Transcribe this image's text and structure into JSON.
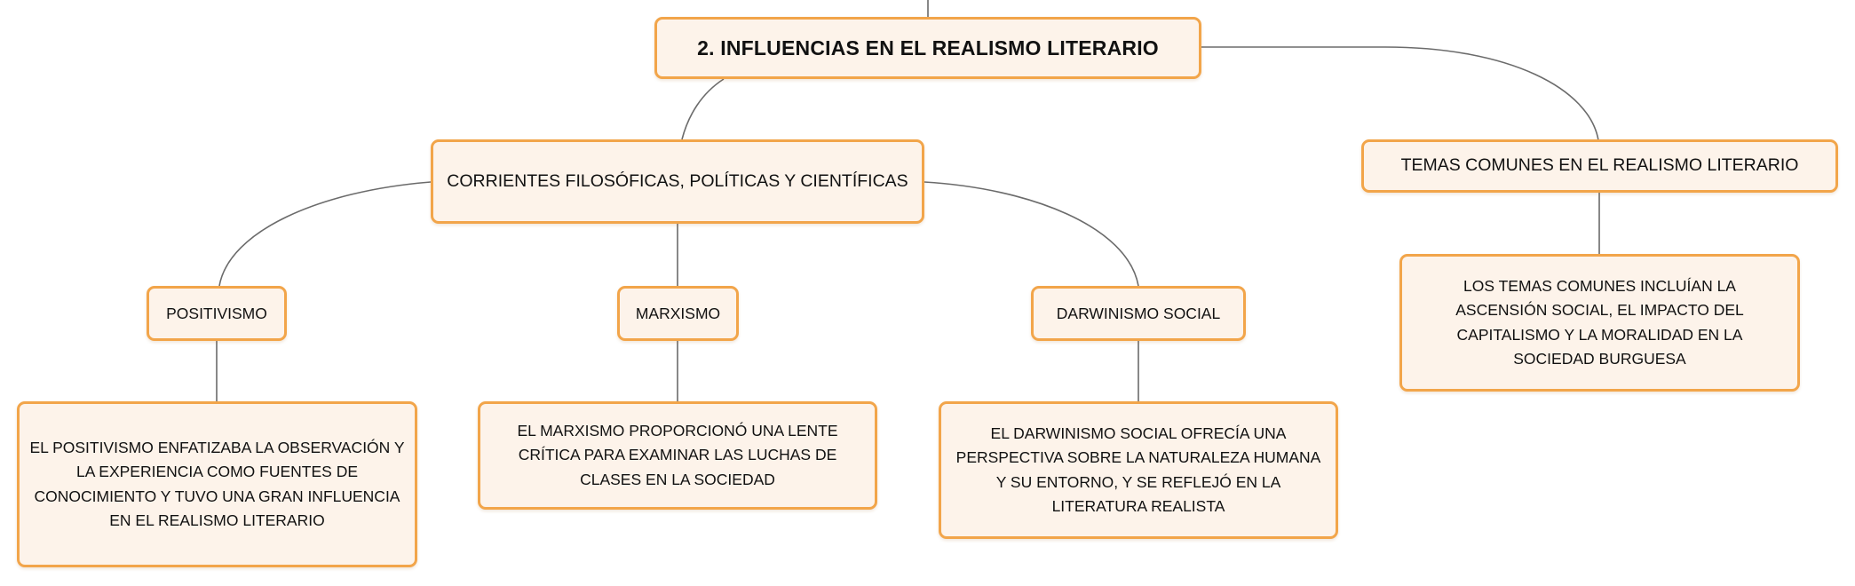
{
  "diagram": {
    "root": "2. INFLUENCIAS EN EL REALISMO LITERARIO",
    "corrientes": "CORRIENTES FILOSÓFICAS, POLÍTICAS Y CIENTÍFICAS",
    "temas": "TEMAS COMUNES EN EL REALISMO LITERARIO",
    "temas_desc": "LOS TEMAS COMUNES INCLUÍAN LA ASCENSIÓN SOCIAL, EL IMPACTO DEL CAPITALISMO Y LA MORALIDAD EN LA SOCIEDAD BURGUESA",
    "positivismo": "POSITIVISMO",
    "positivismo_desc": "EL POSITIVISMO ENFATIZABA LA OBSERVACIÓN Y LA EXPERIENCIA COMO FUENTES DE CONOCIMIENTO Y TUVO UNA GRAN INFLUENCIA EN EL REALISMO LITERARIO",
    "marxismo": "MARXISMO",
    "marxismo_desc": "EL MARXISMO PROPORCIONÓ UNA LENTE CRÍTICA PARA EXAMINAR LAS LUCHAS DE CLASES EN LA SOCIEDAD",
    "darwinismo": "DARWINISMO SOCIAL",
    "darwinismo_desc": "EL DARWINISMO SOCIAL OFRECÍA UNA PERSPECTIVA SOBRE LA NATURALEZA HUMANA Y SU ENTORNO, Y SE REFLEJÓ EN LA LITERATURA REALISTA"
  },
  "colors": {
    "node_fill": "#fdf3ea",
    "node_border": "#f2a54a",
    "connector": "#6b6b6b"
  }
}
